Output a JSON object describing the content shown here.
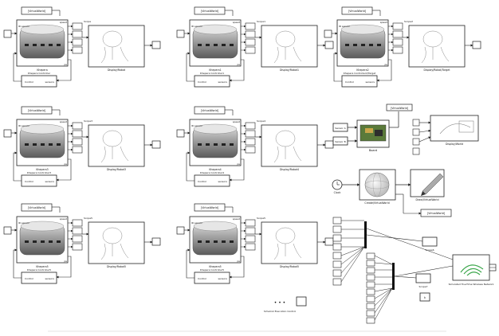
{
  "common": {
    "virtual_world": "[VirtualWorld]",
    "ir_sensor": "IR sensor",
    "speed": "speed",
    "ps": "ps",
    "control": "Control",
    "sensors": "sensors",
    "controller_label": "Khepera Controller",
    "scope_label": "Scope",
    "display_label": "Display/Robot"
  },
  "robots": [
    {
      "name": "Khepera",
      "scope": "Scope",
      "display": "Display/Robot",
      "controller": "Khepera Controller"
    },
    {
      "name": "Khepera1",
      "scope": "Scope1",
      "display": "Display/Robot1",
      "controller": "Khepera Controller1"
    },
    {
      "name": "Khepera2",
      "scope": "Scope2",
      "display": "Display/Robot/Target",
      "controller": "Khepera Controller2/Target"
    },
    {
      "name": "Khepera3",
      "scope": "Scope3",
      "display": "Display/Robot3",
      "controller": "Khepera Controller3"
    },
    {
      "name": "Khepera4",
      "scope": "Scope4",
      "display": "Display/Robot4",
      "controller": "Khepera Controller4"
    },
    {
      "name": "Khepera5",
      "scope": "Scope5",
      "display": "Display/Robot5",
      "controller": "Khepera Controller5"
    }
  ],
  "right_panel": {
    "sensor_a": "Sensor A",
    "sensor_b": "Sensor B",
    "board": "Board",
    "display_world": "Display/World",
    "clock": "Clock",
    "create_world": "Create/VirtualWorld",
    "draw_world": "Draw/VirtualWorld",
    "vw_out": "[VirtualWorld]",
    "scope6": "Scope6",
    "scope7": "Scope7",
    "wireless": "Simulated TrueTime Wireless Network",
    "sim_control": "Simulink Execution Control",
    "gain": "k"
  }
}
